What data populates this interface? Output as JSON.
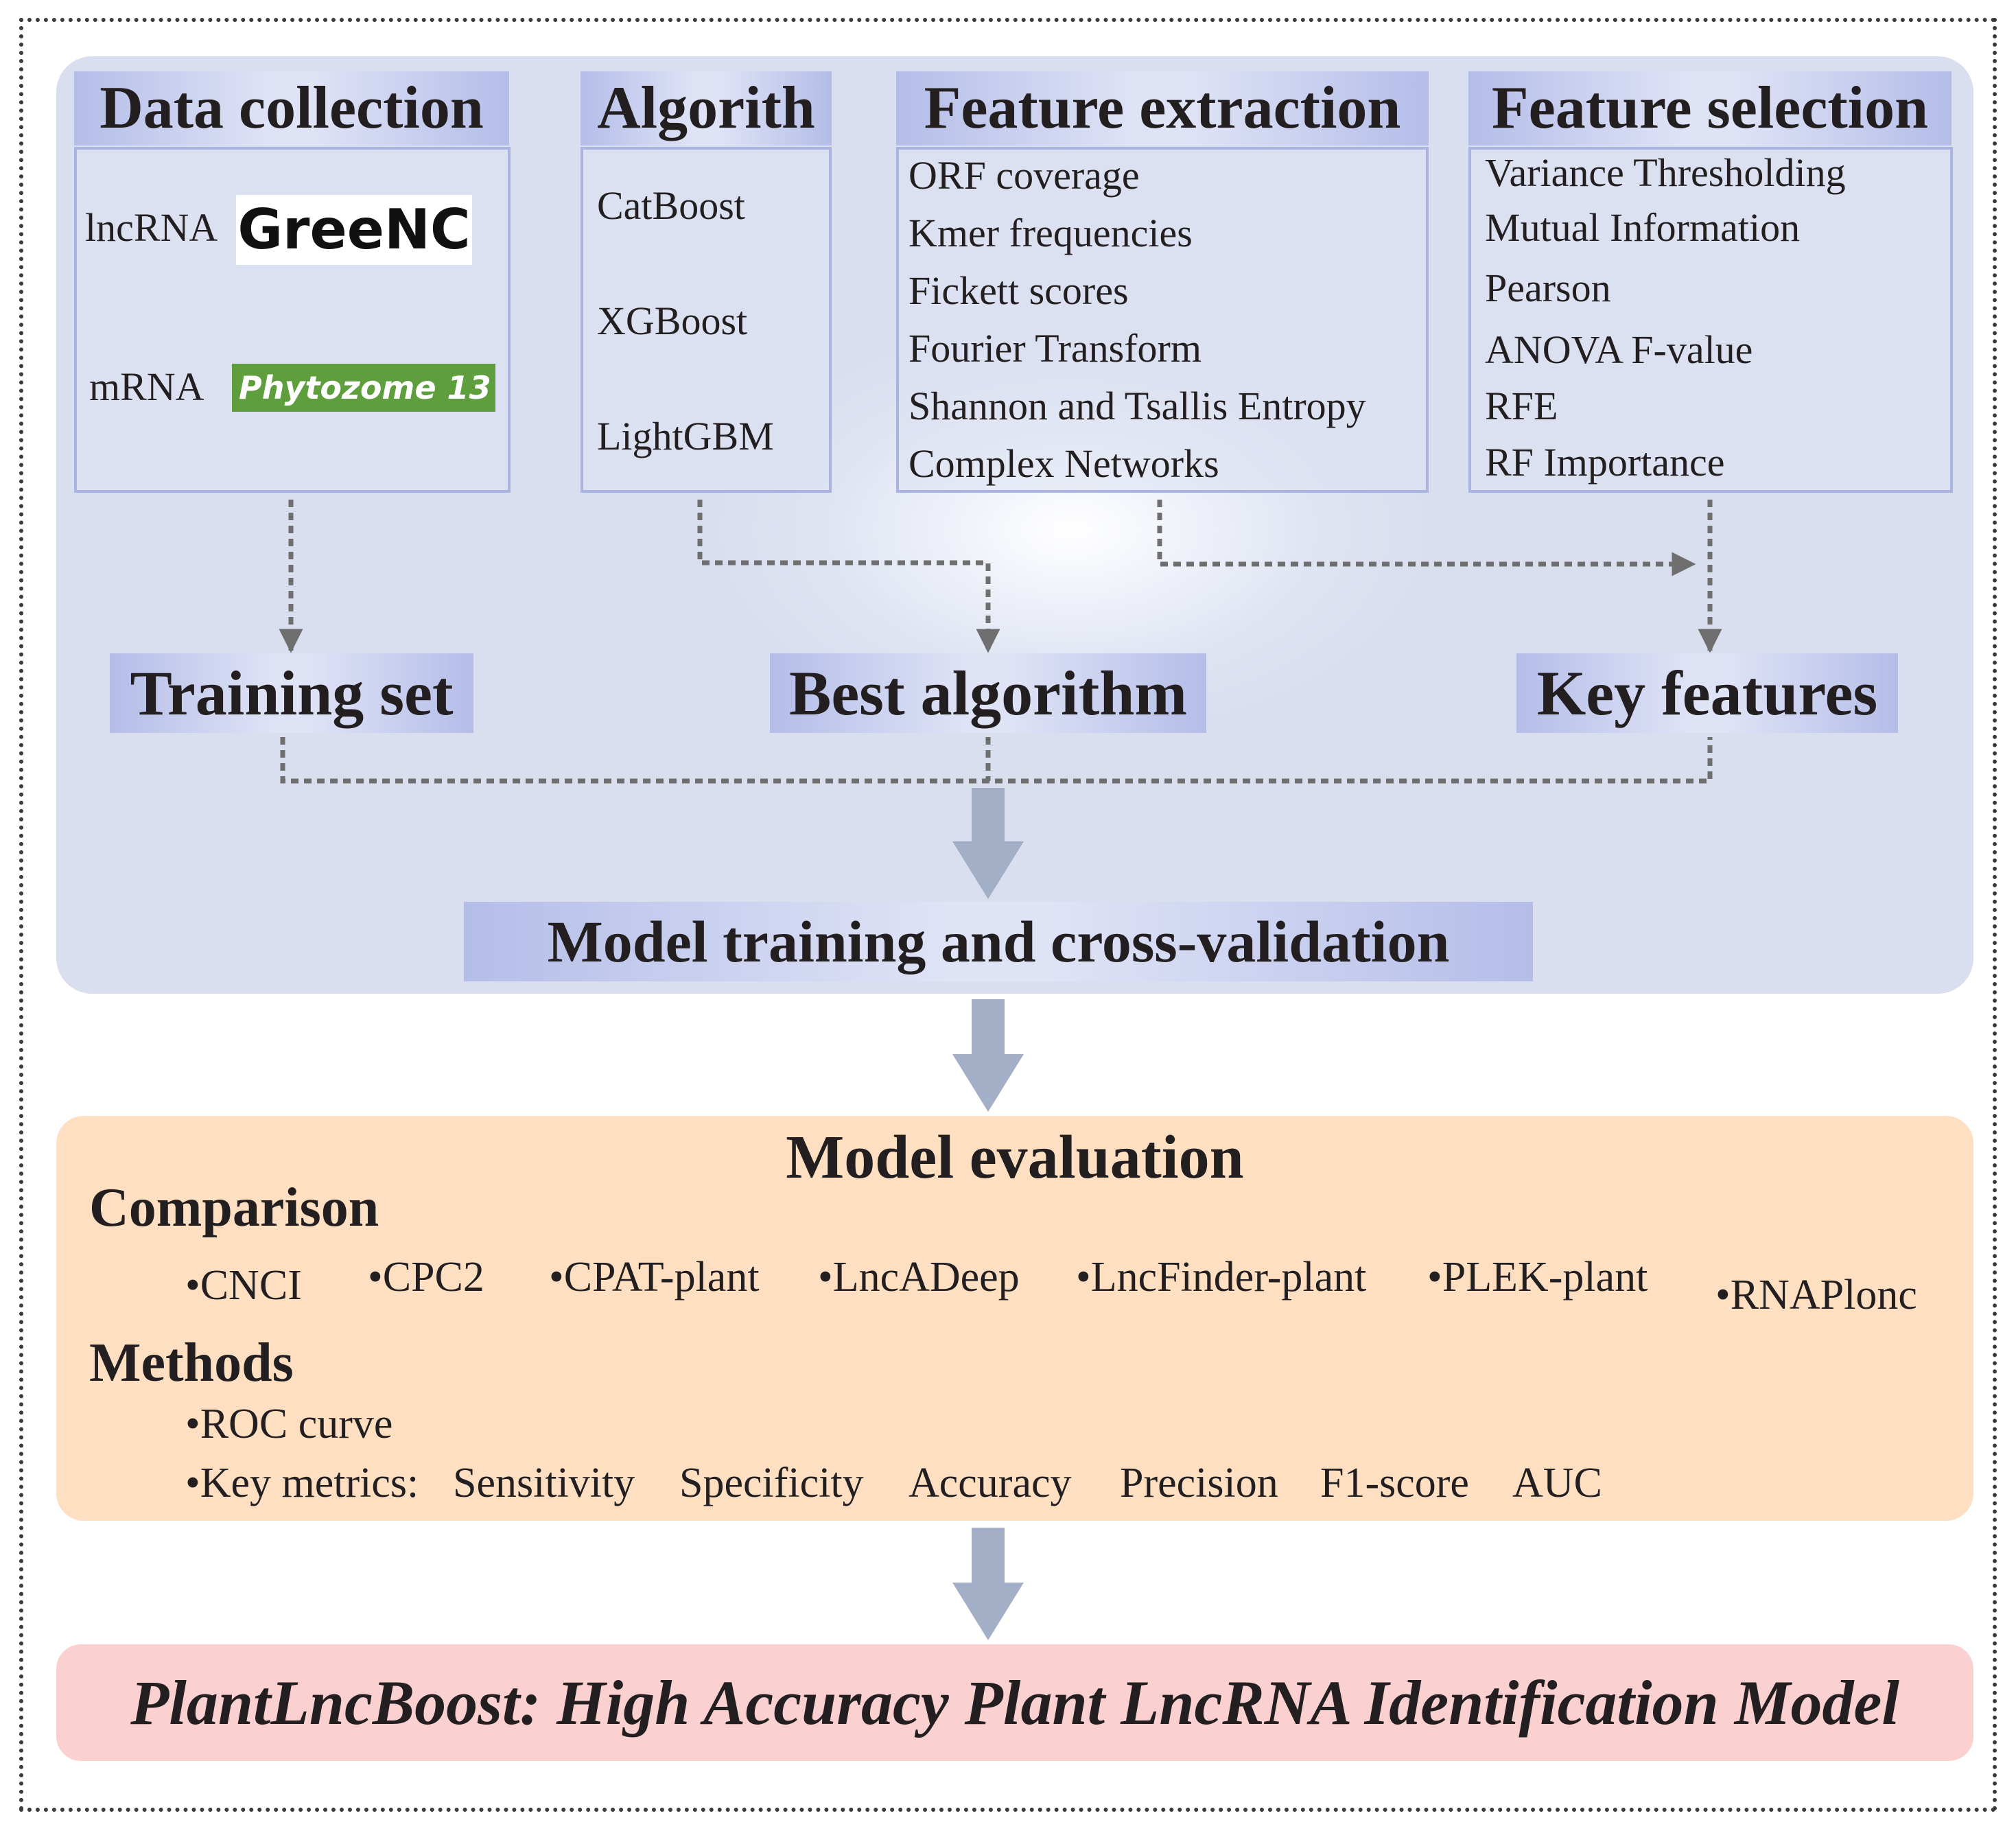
{
  "top": {
    "data_collection": {
      "title": "Data collection",
      "lncrna_label": "lncRNA",
      "lncrna_source": "GreeNC",
      "mrna_label": "mRNA",
      "mrna_source": "Phytozome 13"
    },
    "algorithm": {
      "title": "Algorith",
      "items": [
        "CatBoost",
        "XGBoost",
        "LightGBM"
      ]
    },
    "feature_extraction": {
      "title": "Feature extraction",
      "items": [
        "ORF coverage",
        "Kmer frequencies",
        "Fickett scores",
        "Fourier Transform",
        "Shannon and Tsallis Entropy",
        "Complex Networks"
      ]
    },
    "feature_selection": {
      "title": "Feature selection",
      "items": [
        "Variance Thresholding",
        "Mutual Information",
        "Pearson",
        "ANOVA F-value",
        "RFE",
        "RF Importance"
      ]
    },
    "training_set": "Training set",
    "best_algorithm": "Best algorithm",
    "key_features": "Key features",
    "model_training": "Model training and cross-validation"
  },
  "evaluation": {
    "title": "Model evaluation",
    "comparison_title": "Comparison",
    "comparison_items": [
      "•CNCI",
      "•CPC2",
      "•CPAT-plant",
      "•LncADeep",
      "•LncFinder-plant",
      "•PLEK-plant",
      "•RNAPlonc"
    ],
    "methods_title": "Methods",
    "roc": "•ROC curve",
    "metrics_label": "•Key metrics:",
    "metrics": [
      "Sensitivity",
      "Specificity",
      "Accuracy",
      "Precision",
      "F1-score",
      "AUC"
    ]
  },
  "final": {
    "title": "PlantLncBoost: High Accuracy Plant LncRNA Identification Model"
  },
  "colors": {
    "top_panel": "#d9dfef",
    "header_band": "#b4bde8",
    "eval_panel": "#ffdfc1",
    "final_panel": "#fbd0d0",
    "arrow": "#a3afc6",
    "greennc_logo_bg": "#ffffff",
    "phytozome_logo_bg": "#5e9e3c"
  }
}
